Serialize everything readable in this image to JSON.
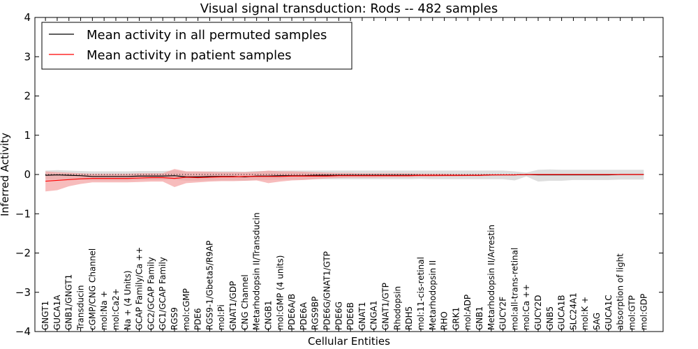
{
  "chart_data": {
    "type": "line",
    "title": "Visual signal transduction: Rods -- 482 samples",
    "xlabel": "Cellular Entities",
    "ylabel": "Inferred Activity",
    "ylim": [
      -4,
      4
    ],
    "yticks": [
      -4,
      -3,
      -2,
      -1,
      0,
      1,
      2,
      3,
      4
    ],
    "ytick_labels": [
      "−4",
      "−3",
      "−2",
      "−1",
      "0",
      "1",
      "2",
      "3",
      "4"
    ],
    "grid": false,
    "legend_position": "top-left",
    "categories": [
      "GNGT1",
      "GUCA1A",
      "GNB1/GNGT1",
      "Transducin",
      "cGMP/CNG Channel",
      "mol:Na +",
      "mol:Ca2+",
      "Na + (4 Units)",
      "GCAP Family/Ca ++",
      "GC2/GCAP Family",
      "GC1/GCAP Family",
      "RGS9",
      "mol:cGMP",
      "PDE6",
      "RGS9-1/Gbeta5/R9AP",
      "mol:Pi",
      "GNAT1/GDP",
      "CNG Channel",
      "Metarhodopsin II/Transducin",
      "CNGB1",
      "mol:GMP (4 units)",
      "PDE6A/B",
      "PDE6A",
      "RGS9BP",
      "PDE6G/GNAT1/GTP",
      "PDE6G",
      "PDE6B",
      "GNAT1",
      "CNGA1",
      "GNAT1/GTP",
      "Rhodopsin",
      "RDH5",
      "mol:11-cis-retinal",
      "Metarhodopsin II",
      "RHO",
      "GRK1",
      "mol:ADP",
      "GNB1",
      "Metarhodopsin II/Arrestin",
      "GUCY2F",
      "mol:all-trans-retinal",
      "mol:Ca ++",
      "GUCY2D",
      "GNB5",
      "GUCA1B",
      "SLC24A1",
      "mol:K +",
      "SAG",
      "GUCA1C",
      "absorption of light",
      "mol:GTP",
      "mol:GDP"
    ],
    "reference_line": 0,
    "series": [
      {
        "name": "Mean activity in all permuted samples",
        "color": "#000000",
        "band_color": "#c8c8c8",
        "values": [
          -0.02,
          -0.01,
          -0.02,
          -0.03,
          -0.05,
          -0.05,
          -0.05,
          -0.05,
          -0.04,
          -0.04,
          -0.04,
          -0.03,
          -0.06,
          -0.06,
          -0.05,
          -0.05,
          -0.05,
          -0.06,
          -0.04,
          -0.04,
          -0.03,
          -0.03,
          -0.03,
          -0.02,
          -0.02,
          -0.02,
          -0.02,
          -0.02,
          -0.02,
          -0.02,
          -0.02,
          -0.02,
          -0.02,
          -0.02,
          -0.02,
          -0.02,
          -0.02,
          -0.02,
          -0.01,
          -0.01,
          -0.01,
          0.0,
          -0.01,
          -0.01,
          -0.01,
          -0.01,
          -0.01,
          -0.01,
          -0.01,
          0.0,
          0.0,
          0.0
        ],
        "lower": [
          -0.13,
          -0.12,
          -0.13,
          -0.14,
          -0.15,
          -0.15,
          -0.15,
          -0.15,
          -0.14,
          -0.14,
          -0.14,
          -0.13,
          -0.16,
          -0.16,
          -0.15,
          -0.15,
          -0.15,
          -0.16,
          -0.14,
          -0.14,
          -0.13,
          -0.13,
          -0.13,
          -0.12,
          -0.12,
          -0.12,
          -0.12,
          -0.12,
          -0.12,
          -0.12,
          -0.12,
          -0.12,
          -0.11,
          -0.12,
          -0.12,
          -0.12,
          -0.12,
          -0.12,
          -0.12,
          -0.12,
          -0.15,
          -0.05,
          -0.18,
          -0.16,
          -0.16,
          -0.14,
          -0.14,
          -0.14,
          -0.14,
          -0.13,
          -0.13,
          -0.13
        ],
        "upper": [
          0.1,
          0.11,
          0.1,
          0.09,
          0.08,
          0.08,
          0.08,
          0.08,
          0.09,
          0.09,
          0.09,
          0.1,
          0.07,
          0.07,
          0.08,
          0.08,
          0.08,
          0.07,
          0.09,
          0.09,
          0.1,
          0.1,
          0.1,
          0.1,
          0.1,
          0.1,
          0.1,
          0.1,
          0.1,
          0.1,
          0.1,
          0.1,
          0.1,
          0.1,
          0.1,
          0.1,
          0.1,
          0.1,
          0.1,
          0.1,
          0.08,
          0.05,
          0.12,
          0.13,
          0.12,
          0.12,
          0.12,
          0.12,
          0.12,
          0.12,
          0.12,
          0.12
        ]
      },
      {
        "name": "Mean activity in patient samples",
        "color": "#ff0000",
        "band_color": "#f4a0a0",
        "values": [
          -0.17,
          -0.15,
          -0.13,
          -0.11,
          -0.1,
          -0.1,
          -0.1,
          -0.1,
          -0.09,
          -0.08,
          -0.08,
          -0.1,
          -0.07,
          -0.08,
          -0.07,
          -0.06,
          -0.06,
          -0.05,
          -0.05,
          -0.05,
          -0.05,
          -0.04,
          -0.04,
          -0.04,
          -0.04,
          -0.03,
          -0.03,
          -0.03,
          -0.03,
          -0.03,
          -0.03,
          -0.03,
          -0.02,
          -0.02,
          -0.02,
          -0.02,
          -0.02,
          -0.02,
          -0.01,
          -0.01,
          -0.01,
          0.0,
          0.0,
          0.0,
          0.0,
          0.0,
          0.0,
          0.0,
          0.0,
          0.0,
          0.0,
          0.0
        ],
        "lower": [
          -0.43,
          -0.4,
          -0.3,
          -0.24,
          -0.2,
          -0.2,
          -0.2,
          -0.2,
          -0.19,
          -0.18,
          -0.18,
          -0.32,
          -0.22,
          -0.2,
          -0.18,
          -0.17,
          -0.17,
          -0.16,
          -0.15,
          -0.22,
          -0.18,
          -0.15,
          -0.14,
          -0.12,
          -0.1,
          -0.09,
          -0.08,
          -0.08,
          -0.08,
          -0.07,
          -0.07,
          -0.07,
          -0.06,
          -0.06,
          -0.05,
          -0.05,
          -0.04,
          -0.04,
          -0.03,
          -0.02,
          -0.02,
          -0.01,
          -0.01,
          -0.01,
          -0.01,
          -0.01,
          -0.01,
          -0.01,
          -0.01,
          -0.01,
          -0.01,
          -0.01
        ],
        "upper": [
          0.08,
          0.06,
          0.05,
          0.03,
          0.02,
          0.02,
          0.02,
          0.02,
          0.03,
          0.03,
          0.03,
          0.14,
          0.08,
          0.08,
          0.07,
          0.06,
          0.06,
          0.06,
          0.07,
          0.1,
          0.08,
          0.08,
          0.07,
          0.06,
          0.05,
          0.04,
          0.04,
          0.03,
          0.03,
          0.03,
          0.03,
          0.03,
          0.02,
          0.02,
          0.02,
          0.01,
          0.01,
          0.01,
          0.01,
          0.01,
          0.01,
          0.01,
          0.01,
          0.01,
          0.01,
          0.01,
          0.01,
          0.01,
          0.01,
          0.01,
          0.01,
          0.01
        ]
      }
    ]
  }
}
